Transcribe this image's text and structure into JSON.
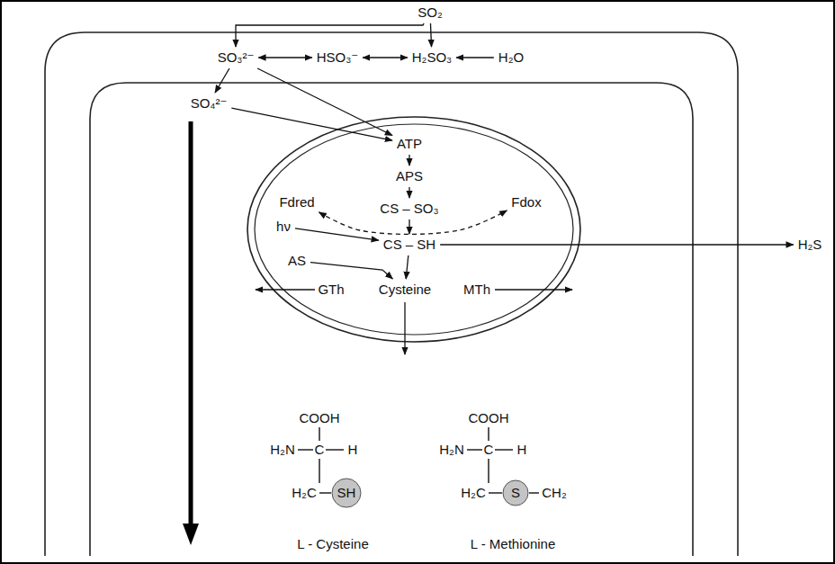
{
  "diagram": {
    "nodes": [
      {
        "text": [
          "SO₂"
        ]
      },
      {
        "text": [
          "SO₃²⁻"
        ]
      },
      {
        "text": [
          "HSO₃⁻"
        ]
      },
      {
        "text": [
          "H₂SO₃"
        ]
      },
      {
        "text": [
          "H₂O"
        ]
      },
      {
        "text": [
          "SO₄²⁻"
        ]
      },
      {
        "text": [
          "ATP"
        ]
      },
      {
        "text": [
          "APS"
        ]
      },
      {
        "text": [
          "CS – SO₃"
        ]
      },
      {
        "text": [
          "Fdred"
        ]
      },
      {
        "text": [
          "Fdox"
        ]
      },
      {
        "text": [
          "hν"
        ]
      },
      {
        "text": [
          "CS – SH"
        ]
      },
      {
        "text": [
          "H₂S"
        ]
      },
      {
        "text": [
          "AS"
        ]
      },
      {
        "text": [
          "GTh"
        ]
      },
      {
        "text": [
          "Cysteine"
        ]
      },
      {
        "text": [
          "MTh"
        ]
      }
    ],
    "edges": [
      {
        "from": 0,
        "to": 1,
        "arrow": "to"
      },
      {
        "from": 0,
        "to": 3,
        "arrow": "to"
      },
      {
        "from": 1,
        "to": 2,
        "arrow": "both"
      },
      {
        "from": 2,
        "to": 3,
        "arrow": "both"
      },
      {
        "from": 4,
        "to": 3,
        "arrow": "to"
      },
      {
        "from": 1,
        "to": 5,
        "arrow": "to"
      },
      {
        "from": 1,
        "to": 6,
        "arrow": "to"
      },
      {
        "from": 5,
        "to": 6,
        "arrow": "to"
      },
      {
        "from": 6,
        "to": 7,
        "arrow": "to"
      },
      {
        "from": 7,
        "to": 8,
        "arrow": "to"
      },
      {
        "from": 9,
        "to": 10,
        "arrow": "both"
      },
      {
        "from": 8,
        "to": 12,
        "arrow": "to"
      },
      {
        "from": 11,
        "to": 12,
        "arrow": "to"
      },
      {
        "from": 12,
        "to": 13,
        "arrow": "to"
      },
      {
        "from": 14,
        "to": 16,
        "arrow": "to"
      },
      {
        "from": 12,
        "to": 16,
        "arrow": "to"
      }
    ],
    "labels": [
      "COOH",
      "H₂N",
      "C",
      "H",
      "H₂C",
      "SH",
      "L - Cysteine",
      "COOH",
      "H₂N",
      "C",
      "H",
      "H₂C",
      "S",
      "CH₂",
      "L - Methionine"
    ]
  }
}
